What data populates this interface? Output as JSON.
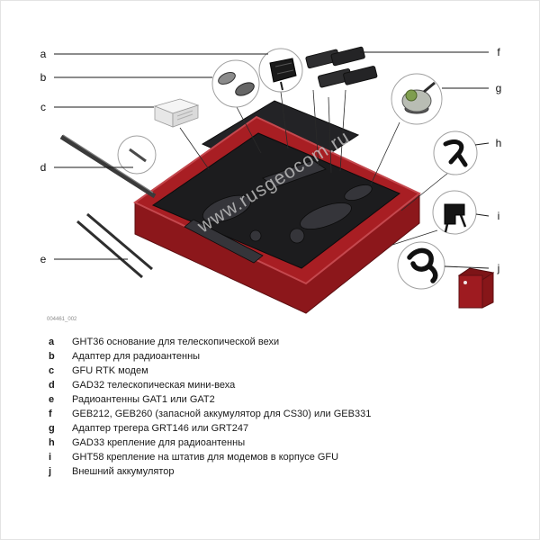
{
  "diagram": {
    "figure_number": "004461_002",
    "watermark": "www.rusgeocom.ru",
    "callout_letters": [
      "a",
      "b",
      "c",
      "d",
      "e",
      "f",
      "g",
      "h",
      "i",
      "j"
    ]
  },
  "legend": {
    "items": [
      {
        "key": "a",
        "text": "GHT36 основание для телескопической вехи"
      },
      {
        "key": "b",
        "text": "Адаптер для радиоантенны"
      },
      {
        "key": "c",
        "text": "GFU RTK модем"
      },
      {
        "key": "d",
        "text": "GAD32 телескопическая мини-веха"
      },
      {
        "key": "e",
        "text": "Радиоантенны GAT1 или GAT2"
      },
      {
        "key": "f",
        "text": "GEB212, GEB260 (запасной аккумулятор для CS30) или GEB331"
      },
      {
        "key": "g",
        "text": "Адаптер трегера GRT146 или GRT247"
      },
      {
        "key": "h",
        "text": "GAD33 крепление для радиоантенны"
      },
      {
        "key": "i",
        "text": "GHT58 крепление на штатив для модемов в корпусе GFU"
      },
      {
        "key": "j",
        "text": "Внешний аккумулятор"
      }
    ]
  }
}
